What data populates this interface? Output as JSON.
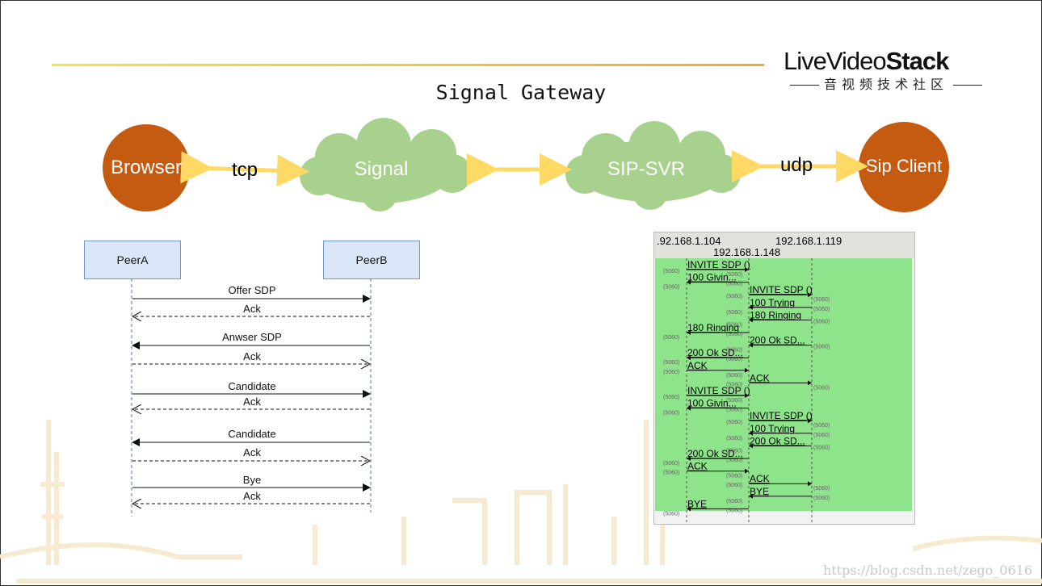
{
  "header": {
    "logo_main_prefix": "LiveVideo",
    "logo_main_bold": "Stack",
    "logo_sub": "音视频技术社区"
  },
  "slide": {
    "title": "Signal Gateway"
  },
  "architecture": {
    "nodes": [
      {
        "id": "browser",
        "label": "Browser",
        "shape": "circle",
        "color": "#c55a11"
      },
      {
        "id": "signal",
        "label": "Signal",
        "shape": "cloud",
        "color": "#a9d18e"
      },
      {
        "id": "sipsvr",
        "label": "SIP-SVR",
        "shape": "cloud",
        "color": "#a9d18e"
      },
      {
        "id": "sipclient",
        "label": "Sip Client",
        "shape": "circle",
        "color": "#c55a11"
      }
    ],
    "edges": [
      {
        "from": "browser",
        "to": "signal",
        "label": "tcp"
      },
      {
        "from": "signal",
        "to": "sipsvr",
        "label": ""
      },
      {
        "from": "sipsvr",
        "to": "sipclient",
        "label": "udp"
      }
    ],
    "arrow_color": "#ffd966"
  },
  "sequence": {
    "participants": [
      "PeerA",
      "PeerB"
    ],
    "messages": [
      {
        "label": "Offer SDP",
        "dir": "right",
        "style": "solid"
      },
      {
        "label": "Ack",
        "dir": "left",
        "style": "dashed"
      },
      {
        "label": "Anwser SDP",
        "dir": "left",
        "style": "solid"
      },
      {
        "label": "Ack",
        "dir": "right",
        "style": "dashed"
      },
      {
        "label": "Candidate",
        "dir": "right",
        "style": "solid"
      },
      {
        "label": "Ack",
        "dir": "left",
        "style": "dashed"
      },
      {
        "label": "Candidate",
        "dir": "left",
        "style": "solid"
      },
      {
        "label": "Ack",
        "dir": "right",
        "style": "dashed"
      },
      {
        "label": "Bye",
        "dir": "right",
        "style": "solid"
      },
      {
        "label": "Ack",
        "dir": "left",
        "style": "dashed"
      }
    ]
  },
  "capture": {
    "hosts": [
      ".92.168.1.104",
      "192.168.1.148",
      "192.168.1.119"
    ],
    "port": "(5060)",
    "background": "#8ee48a",
    "flows": [
      {
        "label": "INVITE SDP ()",
        "from": 0,
        "to": 1
      },
      {
        "label": "100 Givin...",
        "from": 1,
        "to": 0
      },
      {
        "label": "INVITE SDP ()",
        "from": 1,
        "to": 2
      },
      {
        "label": "100 Trying",
        "from": 2,
        "to": 1
      },
      {
        "label": "180 Ringing",
        "from": 2,
        "to": 1
      },
      {
        "label": "180 Ringing",
        "from": 1,
        "to": 0
      },
      {
        "label": "200 Ok SD...",
        "from": 2,
        "to": 1
      },
      {
        "label": "200 Ok SD...",
        "from": 1,
        "to": 0
      },
      {
        "label": "ACK",
        "from": 0,
        "to": 1
      },
      {
        "label": "ACK",
        "from": 1,
        "to": 2
      },
      {
        "label": "INVITE SDP ()",
        "from": 0,
        "to": 1
      },
      {
        "label": "100 Givin...",
        "from": 1,
        "to": 0
      },
      {
        "label": "INVITE SDP ()",
        "from": 1,
        "to": 2
      },
      {
        "label": "100 Trying",
        "from": 2,
        "to": 1
      },
      {
        "label": "200 Ok SD...",
        "from": 2,
        "to": 1
      },
      {
        "label": "200 Ok SD...",
        "from": 1,
        "to": 0
      },
      {
        "label": "ACK",
        "from": 0,
        "to": 1
      },
      {
        "label": "ACK",
        "from": 1,
        "to": 2
      },
      {
        "label": "BYE",
        "from": 2,
        "to": 1
      },
      {
        "label": "BYE",
        "from": 1,
        "to": 0
      }
    ]
  },
  "footer": {
    "watermark": "https://blog.csdn.net/zego_0616"
  }
}
